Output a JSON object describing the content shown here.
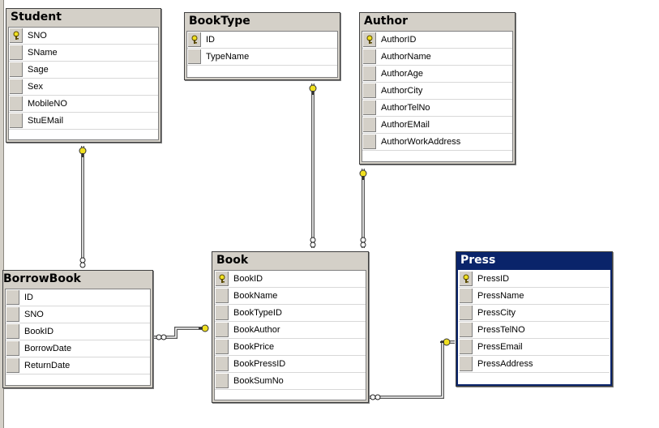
{
  "tables": [
    {
      "name": "Student",
      "key": "student",
      "selected": false,
      "columns": [
        {
          "name": "SNO",
          "pk": true
        },
        {
          "name": "SName",
          "pk": false
        },
        {
          "name": "Sage",
          "pk": false
        },
        {
          "name": "Sex",
          "pk": false
        },
        {
          "name": "MobileNO",
          "pk": false
        },
        {
          "name": "StuEMail",
          "pk": false
        }
      ]
    },
    {
      "name": "BookType",
      "key": "booktype",
      "selected": false,
      "columns": [
        {
          "name": "ID",
          "pk": true
        },
        {
          "name": "TypeName",
          "pk": false
        }
      ]
    },
    {
      "name": "Author",
      "key": "author",
      "selected": false,
      "columns": [
        {
          "name": "AuthorID",
          "pk": true
        },
        {
          "name": "AuthorName",
          "pk": false
        },
        {
          "name": "AuthorAge",
          "pk": false
        },
        {
          "name": "AuthorCity",
          "pk": false
        },
        {
          "name": "AuthorTelNo",
          "pk": false
        },
        {
          "name": "AuthorEMail",
          "pk": false
        },
        {
          "name": "AuthorWorkAddress",
          "pk": false
        }
      ]
    },
    {
      "name": "BorrowBook",
      "key": "borrowbook",
      "selected": false,
      "columns": [
        {
          "name": "ID",
          "pk": false
        },
        {
          "name": "SNO",
          "pk": false
        },
        {
          "name": "BookID",
          "pk": false
        },
        {
          "name": "BorrowDate",
          "pk": false
        },
        {
          "name": "ReturnDate",
          "pk": false
        }
      ]
    },
    {
      "name": "Book",
      "key": "book",
      "selected": false,
      "columns": [
        {
          "name": "BookID",
          "pk": true
        },
        {
          "name": "BookName",
          "pk": false
        },
        {
          "name": "BookTypeID",
          "pk": false
        },
        {
          "name": "BookAuthor",
          "pk": false
        },
        {
          "name": "BookPrice",
          "pk": false
        },
        {
          "name": "BookPressID",
          "pk": false
        },
        {
          "name": "BookSumNo",
          "pk": false
        }
      ]
    },
    {
      "name": "Press",
      "key": "press",
      "selected": true,
      "columns": [
        {
          "name": "PressID",
          "pk": true
        },
        {
          "name": "PressName",
          "pk": false
        },
        {
          "name": "PressCity",
          "pk": false
        },
        {
          "name": "PressTelNO",
          "pk": false
        },
        {
          "name": "PressEmail",
          "pk": false
        },
        {
          "name": "PressAddress",
          "pk": false
        }
      ]
    }
  ],
  "relationships": [
    {
      "from": "student",
      "to": "borrowbook",
      "one_end": "key-icon",
      "many_end": "infinity-icon"
    },
    {
      "from": "booktype",
      "to": "book",
      "one_end": "key-icon",
      "many_end": "infinity-icon"
    },
    {
      "from": "author",
      "to": "book",
      "one_end": "key-icon",
      "many_end": "infinity-icon"
    },
    {
      "from": "book",
      "to": "borrowbook",
      "one_end": "key-icon",
      "many_end": "infinity-icon"
    },
    {
      "from": "press",
      "to": "book",
      "one_end": "key-icon",
      "many_end": "infinity-icon"
    }
  ],
  "colors": {
    "title_bar": "#d4d0c8",
    "selected_title_bar": "#0a246a",
    "key": "#f0e020",
    "connector": "#555555"
  }
}
